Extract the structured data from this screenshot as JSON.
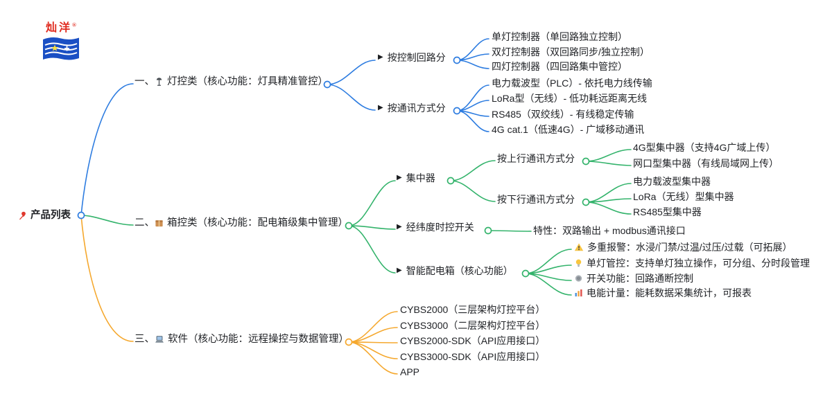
{
  "colors": {
    "blue": "#2d7ce0",
    "green": "#33b36b",
    "orange": "#f5a82e",
    "text": "#212327",
    "brand_red": "#e02a1e",
    "brand_blue": "#1a4fc4"
  },
  "logo": {
    "brand": "灿洋",
    "reg": "®"
  },
  "bullets": {
    "triangle": "▶"
  },
  "icons": {
    "root": "pin-icon",
    "branch1": "streetlight-icon",
    "branch2": "box-icon",
    "branch3": "laptop-icon",
    "alarm": "warning-icon",
    "lamp": "bulb-icon",
    "switch": "knob-icon",
    "meter": "chart-icon"
  },
  "root": {
    "label": "产品列表"
  },
  "branch1": {
    "prefix": "一、",
    "title": "灯控类（核心功能：灯具精准管控）",
    "group1": {
      "label": "按控制回路分",
      "items": [
        "单灯控制器（单回路独立控制）",
        "双灯控制器（双回路同步/独立控制）",
        "四灯控制器（四回路集中管控）"
      ]
    },
    "group2": {
      "label": "按通讯方式分",
      "items": [
        "电力载波型（PLC）- 依托电力线传输",
        "LoRa型（无线）- 低功耗远距离无线",
        "RS485（双绞线）- 有线稳定传输",
        "4G cat.1（低速4G）- 广域移动通讯"
      ]
    }
  },
  "branch2": {
    "prefix": "二、",
    "title": "箱控类（核心功能：配电箱级集中管理）",
    "concentrator": {
      "label": "集中器",
      "uplink": {
        "label": "按上行通讯方式分",
        "items": [
          "4G型集中器（支持4G广域上传）",
          "网口型集中器（有线局域网上传）"
        ]
      },
      "downlink": {
        "label": "按下行通讯方式分",
        "items": [
          "电力载波型集中器",
          "LoRa（无线）型集中器",
          "RS485型集中器"
        ]
      }
    },
    "timeswitch": {
      "label": "经纬度时控开关",
      "feature": "特性：双路输出 + modbus通讯接口"
    },
    "smartbox": {
      "label": "智能配电箱（核心功能）",
      "items": [
        "多重报警：水浸/门禁/过温/过压/过载（可拓展）",
        "单灯管控：支持单灯独立操作，可分组、分时段管理",
        "开关功能：回路通断控制",
        "电能计量：能耗数据采集统计，可报表"
      ]
    }
  },
  "branch3": {
    "prefix": "三、",
    "title": "软件（核心功能：远程操控与数据管理）",
    "items": [
      "CYBS2000（三层架构灯控平台）",
      "CYBS3000（二层架构灯控平台）",
      "CYBS2000-SDK（API应用接口）",
      "CYBS3000-SDK（API应用接口）",
      "APP"
    ]
  }
}
